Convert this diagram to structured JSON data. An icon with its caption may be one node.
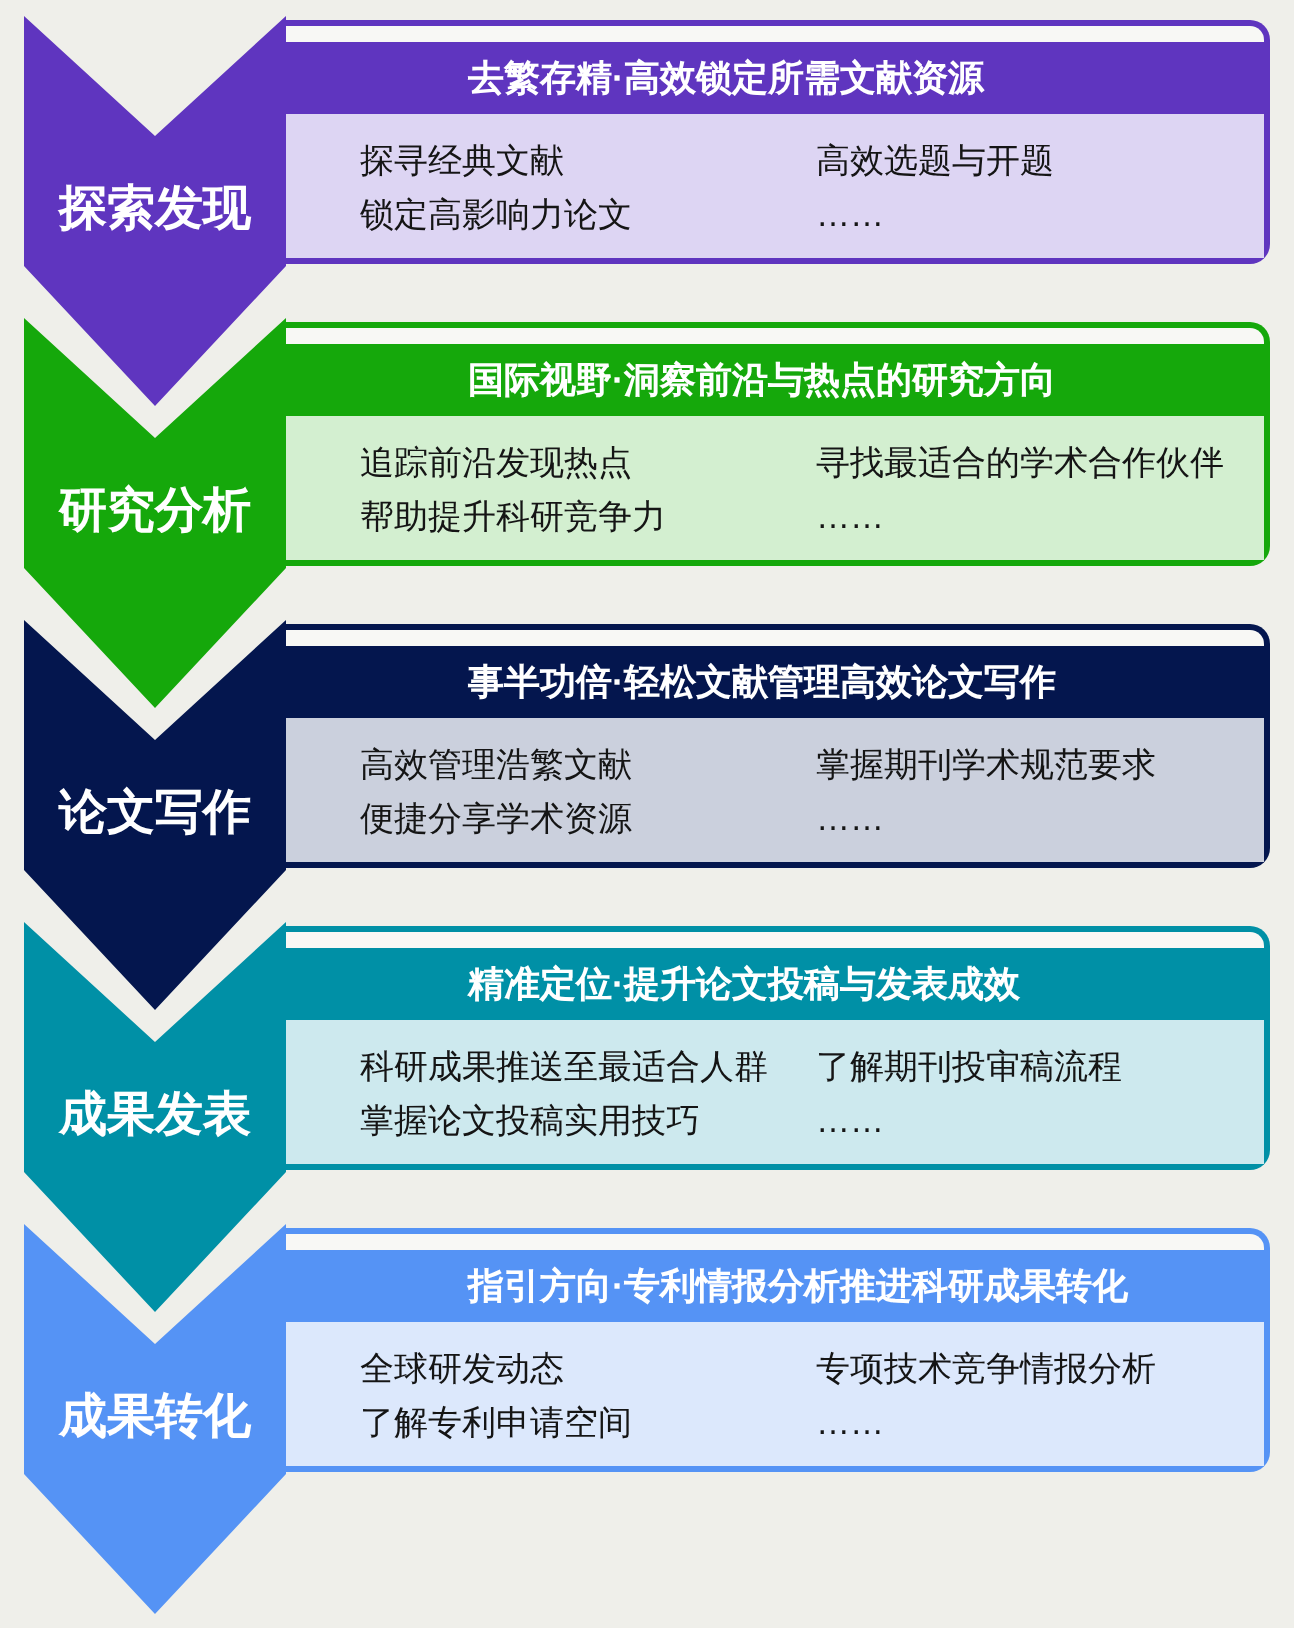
{
  "diagram": {
    "nodes": [
      {
        "text": [
          "探索发现"
        ]
      },
      {
        "text": [
          "去繁存精·高效锁定所需文献资源",
          "探寻经典文献",
          "高效选题与开题",
          "锁定高影响力论文",
          "……"
        ]
      },
      {
        "text": [
          "研究分析"
        ]
      },
      {
        "text": [
          "国际视野·洞察前沿与热点的研究方向",
          "追踪前沿发现热点",
          "寻找最适合的学术合作伙伴",
          "帮助提升科研竞争力",
          "……"
        ]
      },
      {
        "text": [
          "论文写作"
        ]
      },
      {
        "text": [
          "事半功倍·轻松文献管理高效论文写作",
          "高效管理浩繁文献",
          "掌握期刊学术规范要求",
          "便捷分享学术资源",
          "……"
        ]
      },
      {
        "text": [
          "成果发表"
        ]
      },
      {
        "text": [
          "精准定位·提升论文投稿与发表成效",
          "科研成果推送至最适合人群",
          "了解期刊投审稿流程",
          "掌握论文投稿实用技巧",
          "……"
        ]
      },
      {
        "text": [
          "成果转化"
        ]
      },
      {
        "text": [
          "指引方向·专利情报分析推进科研成果转化",
          "全球研发动态",
          "专项技术竞争情报分析",
          "了解专利申请空间",
          "……"
        ]
      }
    ]
  }
}
